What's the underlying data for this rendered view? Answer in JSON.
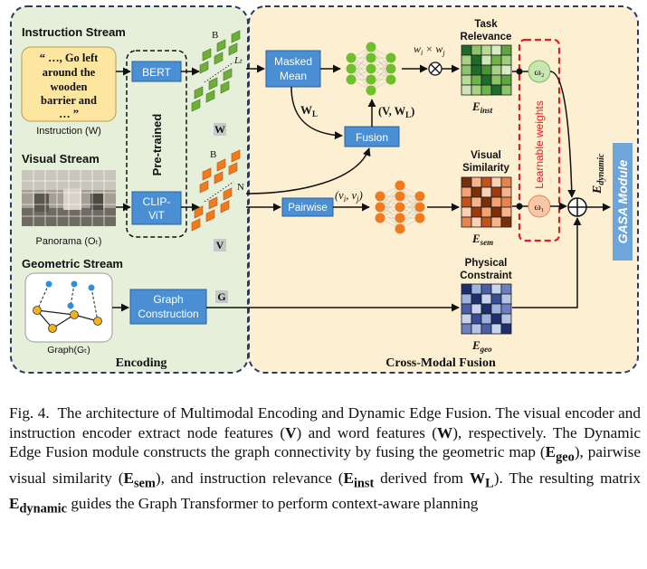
{
  "encoding": {
    "title": "Encoding",
    "instruction_stream": {
      "title": "Instruction Stream",
      "quote_lines": [
        "“ …, Go left",
        "around the",
        "wooden",
        "barrier and",
        "… ”"
      ],
      "caption": "Instruction (W)"
    },
    "visual_stream": {
      "title": "Visual Stream",
      "caption": "Panorama (Oₜ)"
    },
    "geometric_stream": {
      "title": "Geometric Stream",
      "caption": "Graph(Gₜ)"
    },
    "pretrained_label": "Pre-trained",
    "bert_label": "BERT",
    "clip_label_1": "CLIP-",
    "clip_label_2": "ViT",
    "graph_construction_1": "Graph",
    "graph_construction_2": "Construction",
    "token_B_top": "B",
    "token_Lt": "Lₜ",
    "token_W": "W",
    "token_B_bottom": "B",
    "token_N": "N",
    "token_V": "V",
    "token_G": "G"
  },
  "fusion": {
    "title": "Cross-Modal Fusion",
    "masked_mean_1": "Masked",
    "masked_mean_2": "Mean",
    "WL_label": "W_L",
    "VWL_label": "(V, W_L)",
    "fusion_label": "Fusion",
    "pairwise_label": "Pairwise",
    "vivj_label": "(v_i, v_j)",
    "wiwj_label": "w_i × w_j",
    "task_relevance_1": "Task",
    "task_relevance_2": "Relevance",
    "E_inst": "E_inst",
    "visual_similarity_1": "Visual",
    "visual_similarity_2": "Similarity",
    "E_sem": "E_sem",
    "physical_constraint_1": "Physical",
    "physical_constraint_2": "Constraint",
    "E_geo": "E_geo",
    "learnable_weights": "Learnable weights",
    "omega2": "ω₂",
    "omega1": "ω₁",
    "E_dynamic": "E_dynamic",
    "gasa_module": "GASA Module"
  },
  "colors": {
    "encoding_bg": "#e6efda",
    "fusion_bg": "#fdf0d2",
    "blue_box": "#4a8fd4",
    "green_token": "#6fae3a",
    "orange_token": "#f07a1e",
    "gasa_bg": "#6ea6dc",
    "red_dash": "#e02020"
  },
  "caption": {
    "fig_label": "Fig. 4.",
    "text_1": "The architecture of Multimodal Encoding and Dynamic Edge Fusion. The visual encoder and instruction encoder extract node features (",
    "V": "V",
    "text_2": ") and word features (",
    "W": "W",
    "text_3": "), respectively. The Dynamic Edge Fusion module constructs the graph connectivity by fusing the geometric map (",
    "E_geo": "E",
    "E_geo_sub": "geo",
    "text_4": "), pairwise visual similarity (",
    "E_sem": "E",
    "E_sem_sub": "sem",
    "text_5": "), and instruction relevance (",
    "E_inst": "E",
    "E_inst_sub": "inst",
    "text_6": " derived from ",
    "W_L": "W",
    "W_L_sub": "L",
    "text_7": "). The resulting matrix ",
    "E_dyn": "E",
    "E_dyn_sub": "dynamic",
    "text_8": " guides the Graph Transformer to perform context-aware planning"
  }
}
